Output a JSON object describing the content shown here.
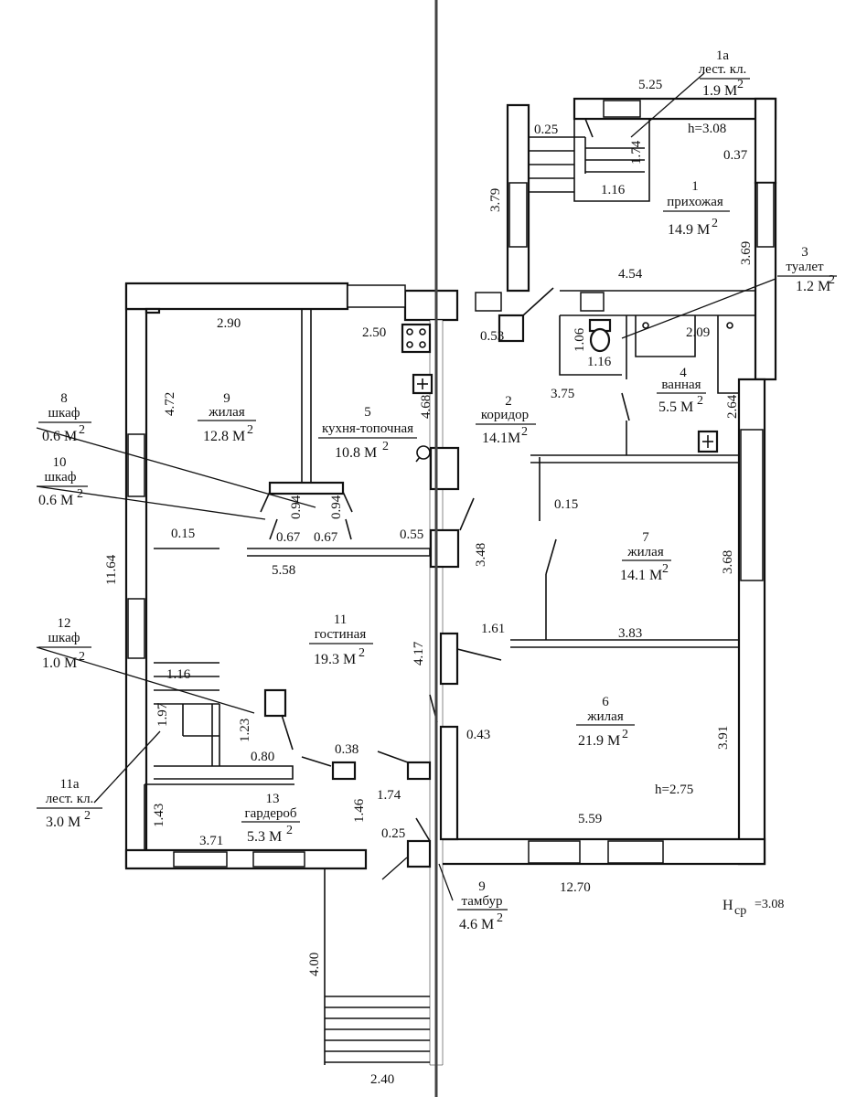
{
  "rooms": {
    "r1": {
      "num": "1",
      "name": "прихожая",
      "area": "14.9 М"
    },
    "r1a": {
      "num": "1а",
      "name": "лест. кл.",
      "area": "1.9 М"
    },
    "r2": {
      "num": "2",
      "name": "коридор",
      "area": "14.1М"
    },
    "r3": {
      "num": "3",
      "name": "туалет",
      "area": "1.2 М"
    },
    "r4": {
      "num": "4",
      "name": "ванная",
      "area": "5.5 М"
    },
    "r5": {
      "num": "5",
      "name": "кухня-топочная",
      "area": "10.8 М"
    },
    "r6": {
      "num": "6",
      "name": "жилая",
      "area": "21.9 М"
    },
    "r7": {
      "num": "7",
      "name": "жилая",
      "area": "14.1 М"
    },
    "r8": {
      "num": "8",
      "name": "шкаф",
      "area": "0.6 М"
    },
    "r9": {
      "num": "9",
      "name": "жилая",
      "area": "12.8 М"
    },
    "r9t": {
      "num": "9",
      "name": "тамбур",
      "area": "4.6 М"
    },
    "r10": {
      "num": "10",
      "name": "шкаф",
      "area": "0.6 М"
    },
    "r11": {
      "num": "11",
      "name": "гостиная",
      "area": "19.3 М"
    },
    "r11a": {
      "num": "11а",
      "name": "лест. кл.",
      "area": "3.0 М"
    },
    "r12": {
      "num": "12",
      "name": "шкаф",
      "area": "1.0 М"
    },
    "r13": {
      "num": "13",
      "name": "гардероб",
      "area": "5.3 М"
    }
  },
  "sup": "2",
  "heights": {
    "h1": "h=3.08",
    "h6": "h=2.75",
    "hcp_label": "H",
    "hcp_sub": "ср",
    "hcp_val": "=3.08"
  },
  "dims": {
    "d_525": "5.25",
    "d_025a": "0.25",
    "d_174": "1.74",
    "d_116a": "1.16",
    "d_037": "0.37",
    "d_379": "3.79",
    "d_369": "3.69",
    "d_454": "4.54",
    "d_053": "0.53",
    "d_106": "1.06",
    "d_116b": "1.16",
    "d_209": "2.09",
    "d_375": "3.75",
    "d_264": "2.64",
    "d_290": "2.90",
    "d_250": "2.50",
    "d_472": "4.72",
    "d_468": "4.68",
    "d_094a": "0.94",
    "d_094b": "0.94",
    "d_067a": "0.67",
    "d_067b": "0.67",
    "d_015a": "0.15",
    "d_055": "0.55",
    "d_015b": "0.15",
    "d_558": "5.58",
    "d_1164": "11.64",
    "d_348": "3.48",
    "d_368": "3.68",
    "d_161": "1.61",
    "d_383": "3.83",
    "d_417": "4.17",
    "d_116c": "1.16",
    "d_197": "1.97",
    "d_123": "1.23",
    "d_080": "0.80",
    "d_038": "0.38",
    "d_043": "0.43",
    "d_391": "3.91",
    "d_174b": "1.74",
    "d_143": "1.43",
    "d_371": "3.71",
    "d_146": "1.46",
    "d_025b": "0.25",
    "d_559": "5.59",
    "d_1270": "12.70",
    "d_400": "4.00",
    "d_240": "2.40"
  }
}
